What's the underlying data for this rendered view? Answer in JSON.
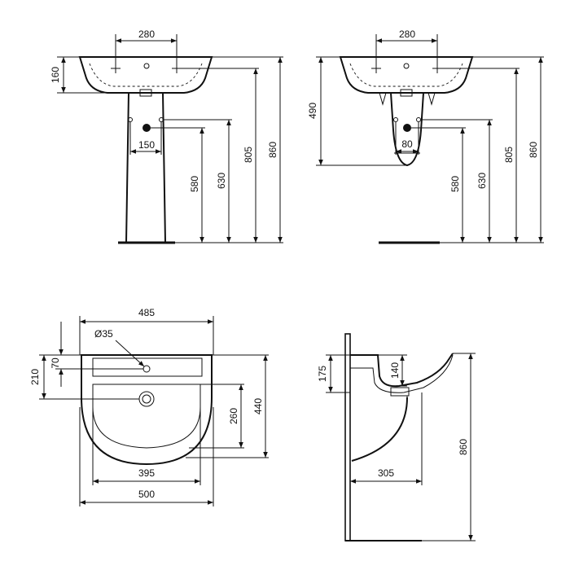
{
  "colors": {
    "line": "#111111",
    "background": "#ffffff"
  },
  "views": {
    "pedestal_front": {
      "dims": {
        "hole_spacing": "280",
        "basin_depth": "160",
        "pedestal_holes": "150",
        "h_580": "580",
        "h_630": "630",
        "h_805": "805",
        "h_860": "860"
      }
    },
    "wall_front": {
      "dims": {
        "hole_spacing": "280",
        "total_drop": "490",
        "shroud_holes": "80",
        "h_580": "580",
        "h_630": "630",
        "h_805": "805",
        "h_860": "860"
      }
    },
    "top_plan": {
      "dims": {
        "width_485": "485",
        "tap_hole": "Ø35",
        "tap_offset": "70",
        "waste_offset": "210",
        "bowl_depth": "260",
        "overall_depth": "440",
        "inner_width": "395",
        "overall_width": "500"
      }
    },
    "side_section": {
      "dims": {
        "basin_height": "175",
        "rim_to_outlet": "140",
        "total_height": "860",
        "projection": "305"
      }
    }
  }
}
